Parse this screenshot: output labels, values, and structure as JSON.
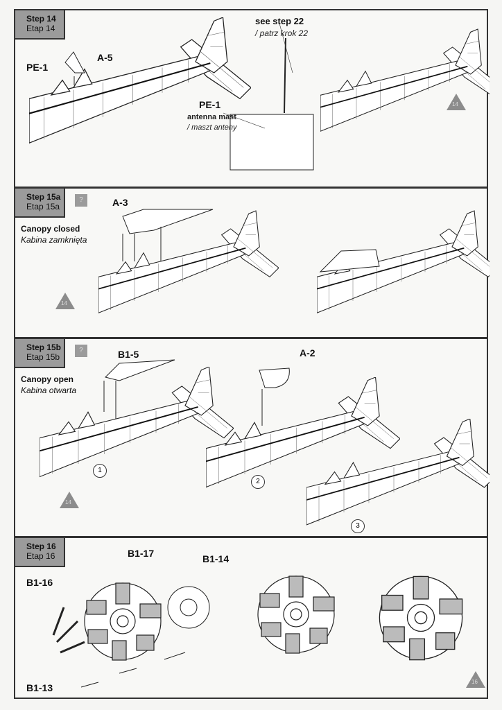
{
  "steps": [
    {
      "title": "Step 14",
      "subtitle": "Etap 14",
      "labels": {
        "a5": "A-5",
        "pe1": "PE-1",
        "see": "see step 22",
        "see_pl": "/ patrz krok 22",
        "pe1_mast": "PE-1",
        "mast": "antenna mast",
        "mast_pl": "/ maszt anteny"
      },
      "ref": "14"
    },
    {
      "title": "Step 15a",
      "subtitle": "Etap 15a",
      "help": "?",
      "note": "Canopy closed",
      "note_pl": "Kabina zamknięta",
      "labels": {
        "a3": "A-3"
      },
      "ref": "14"
    },
    {
      "title": "Step 15b",
      "subtitle": "Etap 15b",
      "help": "?",
      "note": "Canopy open",
      "note_pl": "Kabina otwarta",
      "labels": {
        "b15": "B1-5",
        "a2": "A-2"
      },
      "ref": "14",
      "substeps": [
        "1",
        "2",
        "3"
      ]
    },
    {
      "title": "Step 16",
      "subtitle": "Etap 16",
      "labels": {
        "b117": "B1-17",
        "b114": "B1-14",
        "b116": "B1-16",
        "b113": "B1-13"
      },
      "page": "16"
    }
  ]
}
